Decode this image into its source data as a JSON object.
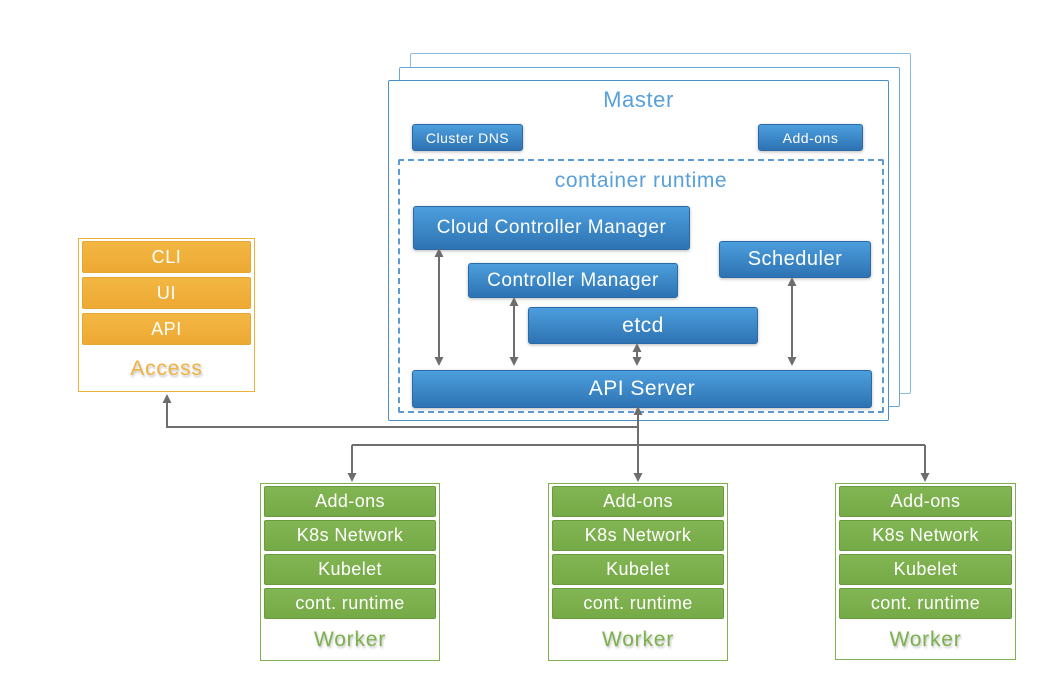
{
  "colors": {
    "node_blue": "#2e73b4",
    "node_blue_light": "#4c9edc",
    "title_blue": "#58a0db",
    "dashed_border_blue": "#5b9bd5",
    "access_orange": "#f0b03c",
    "worker_green": "#7cb14e",
    "arrow_gray": "#6e6e6e"
  },
  "master": {
    "title": "Master",
    "badges": {
      "cluster_dns": "Cluster DNS",
      "addons": "Add-ons"
    },
    "container_runtime": {
      "title": "container runtime",
      "cloud_controller_manager": "Cloud Controller Manager",
      "controller_manager": "Controller Manager",
      "scheduler": "Scheduler",
      "etcd": "etcd",
      "api_server": "API Server"
    }
  },
  "access": {
    "items": [
      "CLI",
      "UI",
      "API"
    ],
    "label": "Access"
  },
  "workers": [
    {
      "items": [
        "Add-ons",
        "K8s Network",
        "Kubelet",
        "cont. runtime"
      ],
      "label": "Worker"
    },
    {
      "items": [
        "Add-ons",
        "K8s Network",
        "Kubelet",
        "cont. runtime"
      ],
      "label": "Worker"
    },
    {
      "items": [
        "Add-ons",
        "K8s Network",
        "Kubelet",
        "cont. runtime"
      ],
      "label": "Worker"
    }
  ]
}
